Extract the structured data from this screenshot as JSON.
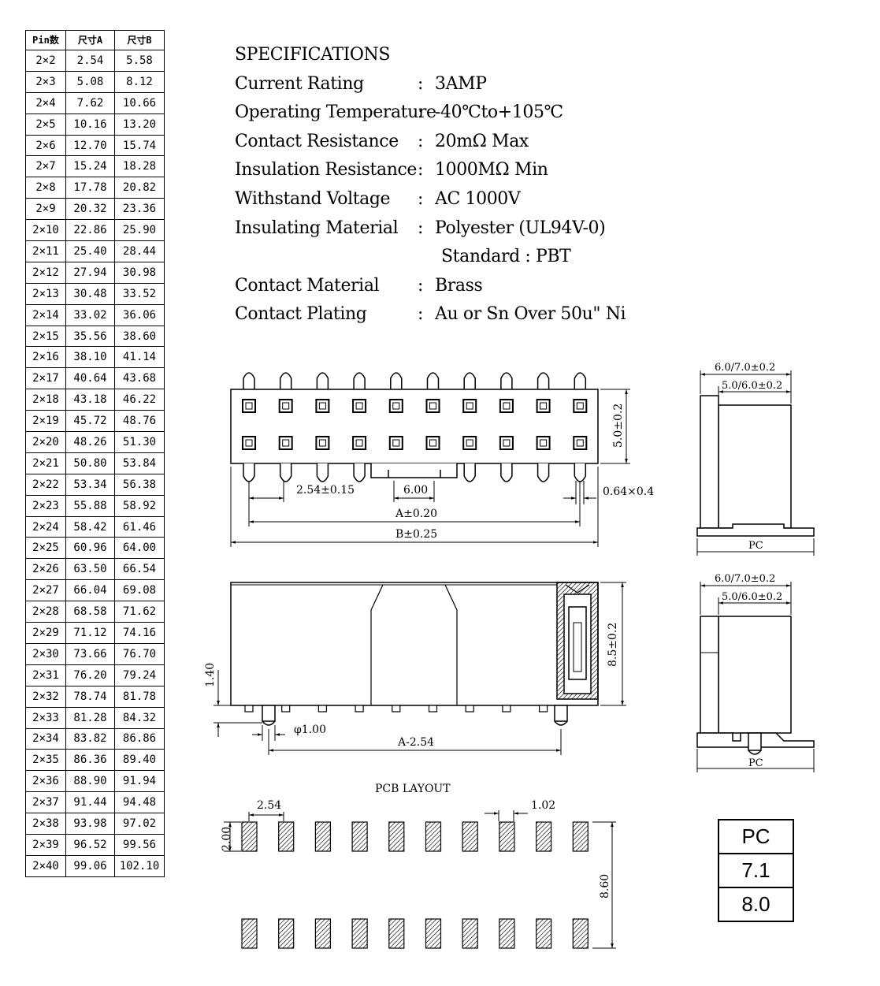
{
  "table": {
    "headers": [
      "Pin数",
      "尺寸A",
      "尺寸B"
    ],
    "rows": [
      [
        "2×2",
        "2.54",
        "5.58"
      ],
      [
        "2×3",
        "5.08",
        "8.12"
      ],
      [
        "2×4",
        "7.62",
        "10.66"
      ],
      [
        "2×5",
        "10.16",
        "13.20"
      ],
      [
        "2×6",
        "12.70",
        "15.74"
      ],
      [
        "2×7",
        "15.24",
        "18.28"
      ],
      [
        "2×8",
        "17.78",
        "20.82"
      ],
      [
        "2×9",
        "20.32",
        "23.36"
      ],
      [
        "2×10",
        "22.86",
        "25.90"
      ],
      [
        "2×11",
        "25.40",
        "28.44"
      ],
      [
        "2×12",
        "27.94",
        "30.98"
      ],
      [
        "2×13",
        "30.48",
        "33.52"
      ],
      [
        "2×14",
        "33.02",
        "36.06"
      ],
      [
        "2×15",
        "35.56",
        "38.60"
      ],
      [
        "2×16",
        "38.10",
        "41.14"
      ],
      [
        "2×17",
        "40.64",
        "43.68"
      ],
      [
        "2×18",
        "43.18",
        "46.22"
      ],
      [
        "2×19",
        "45.72",
        "48.76"
      ],
      [
        "2×20",
        "48.26",
        "51.30"
      ],
      [
        "2×21",
        "50.80",
        "53.84"
      ],
      [
        "2×22",
        "53.34",
        "56.38"
      ],
      [
        "2×23",
        "55.88",
        "58.92"
      ],
      [
        "2×24",
        "58.42",
        "61.46"
      ],
      [
        "2×25",
        "60.96",
        "64.00"
      ],
      [
        "2×26",
        "63.50",
        "66.54"
      ],
      [
        "2×27",
        "66.04",
        "69.08"
      ],
      [
        "2×28",
        "68.58",
        "71.62"
      ],
      [
        "2×29",
        "71.12",
        "74.16"
      ],
      [
        "2×30",
        "73.66",
        "76.70"
      ],
      [
        "2×31",
        "76.20",
        "79.24"
      ],
      [
        "2×32",
        "78.74",
        "81.78"
      ],
      [
        "2×33",
        "81.28",
        "84.32"
      ],
      [
        "2×34",
        "83.82",
        "86.86"
      ],
      [
        "2×35",
        "86.36",
        "89.40"
      ],
      [
        "2×36",
        "88.90",
        "91.94"
      ],
      [
        "2×37",
        "91.44",
        "94.48"
      ],
      [
        "2×38",
        "93.98",
        "97.02"
      ],
      [
        "2×39",
        "96.52",
        "99.56"
      ],
      [
        "2×40",
        "99.06",
        "102.10"
      ]
    ]
  },
  "specs": {
    "title": "SPECIFICATIONS",
    "rows": [
      {
        "label": "Current Rating",
        "value": "3AMP"
      },
      {
        "label": "Operating Temperature",
        "value": "-40℃to+105℃"
      },
      {
        "label": "Contact Resistance",
        "value": "20mΩ Max"
      },
      {
        "label": "Insulation Resistance",
        "value": "1000MΩ Min"
      },
      {
        "label": "Withstand Voltage",
        "value": "AC 1000V"
      },
      {
        "label": "Insulating Material",
        "value": "Polyester (UL94V-0)"
      }
    ],
    "insulating_standard": "Standard : PBT",
    "rows2": [
      {
        "label": "Contact Material",
        "value": "Brass"
      },
      {
        "label": "Contact Plating",
        "value": "Au or Sn Over 50u\" Ni"
      }
    ],
    "colon": ":"
  },
  "top_view": {
    "pitch": "2.54±0.15",
    "gap": "6.00",
    "dim_a": "A±0.20",
    "dim_b": "B±0.25",
    "height": "5.0±0.2",
    "pin": "0.64×0.4"
  },
  "side_view": {
    "dim_1_40": "1.40",
    "post_dia": "φ1.00",
    "dim_a_minus": "A-2.54",
    "height": "8.5±0.2"
  },
  "end_view_1": {
    "outer": "6.0/7.0±0.2",
    "inner": "5.0/6.0±0.2",
    "label": "PC"
  },
  "end_view_2": {
    "outer": "6.0/7.0±0.2",
    "inner": "5.0/6.0±0.2",
    "label": "PC"
  },
  "pcb": {
    "title": "PCB LAYOUT",
    "pitch": "2.54",
    "pad_w": "1.02",
    "pad_h": "2.00",
    "row_span": "8.60"
  },
  "pc_box": [
    "PC",
    "7.1",
    "8.0"
  ]
}
